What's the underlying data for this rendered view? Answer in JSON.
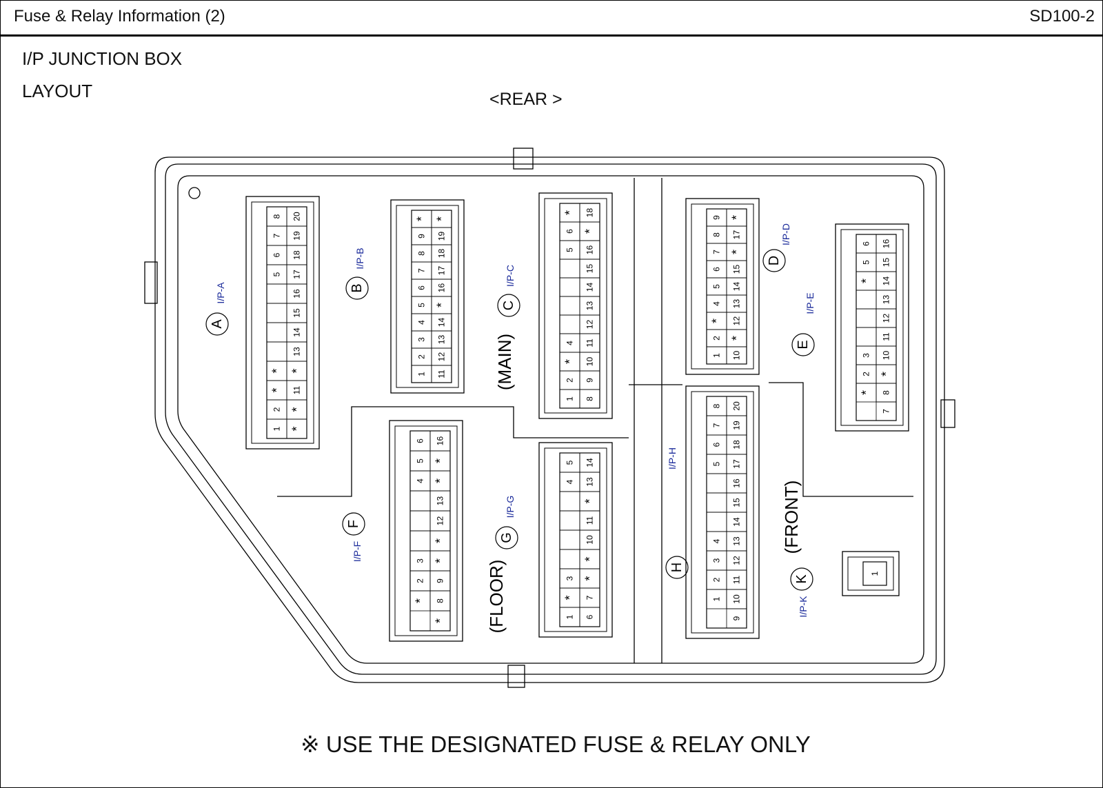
{
  "header": {
    "title": "Fuse & Relay Information (2)",
    "doc_id": "SD100-2"
  },
  "subtitle": {
    "line1": "I/P JUNCTION BOX",
    "line2": "LAYOUT"
  },
  "orientation": {
    "rear": "<REAR >",
    "main": "(MAIN)",
    "floor": "(FLOOR)",
    "front": "(FRONT)"
  },
  "note": "※ USE THE DESIGNATED FUSE & RELAY ONLY",
  "label_color": "#1a2a9a",
  "connectors": [
    {
      "id": "A",
      "label": "I/P-A",
      "col1": [
        "8",
        "7",
        "6",
        "5",
        "",
        "",
        "",
        "",
        "*",
        "*",
        "2",
        "1"
      ],
      "col2": [
        "20",
        "19",
        "18",
        "17",
        "16",
        "15",
        "14",
        "13",
        "*",
        "11",
        "*",
        "*"
      ]
    },
    {
      "id": "B",
      "label": "I/P-B",
      "col1": [
        "*",
        "9",
        "8",
        "7",
        "6",
        "5",
        "4",
        "3",
        "2",
        "1"
      ],
      "col2": [
        "*",
        "19",
        "18",
        "17",
        "16",
        "*",
        "14",
        "13",
        "12",
        "11"
      ]
    },
    {
      "id": "C",
      "label": "I/P-C",
      "col1": [
        "*",
        "6",
        "5",
        "",
        "",
        "",
        "",
        "4",
        "*",
        "2",
        "1"
      ],
      "col2": [
        "18",
        "*",
        "16",
        "15",
        "14",
        "13",
        "12",
        "11",
        "10",
        "9",
        "8"
      ]
    },
    {
      "id": "D",
      "label": "I/P-D",
      "col1": [
        "9",
        "8",
        "7",
        "6",
        "5",
        "4",
        "*",
        "2",
        "1"
      ],
      "col2": [
        "*",
        "17",
        "*",
        "15",
        "14",
        "13",
        "12",
        "*",
        "10"
      ]
    },
    {
      "id": "E",
      "label": "I/P-E",
      "col1": [
        "6",
        "5",
        "*",
        "",
        "",
        "",
        "3",
        "2",
        "*"
      ],
      "col2": [
        "16",
        "15",
        "14",
        "13",
        "12",
        "11",
        "10",
        "*",
        "8",
        "7"
      ]
    },
    {
      "id": "F",
      "label": "I/P-F",
      "col1": [
        "6",
        "5",
        "4",
        "",
        "",
        "",
        "3",
        "2",
        "*"
      ],
      "col2": [
        "16",
        "*",
        "*",
        "13",
        "12",
        "*",
        "*",
        "9",
        "8",
        "*"
      ]
    },
    {
      "id": "G",
      "label": "I/P-G",
      "col1": [
        "5",
        "4",
        "",
        "",
        "",
        "",
        "3",
        "*",
        "1"
      ],
      "col2": [
        "14",
        "13",
        "*",
        "11",
        "10",
        "*",
        "*",
        "7",
        "6"
      ]
    },
    {
      "id": "H",
      "label": "I/P-H",
      "col1": [
        "8",
        "7",
        "6",
        "5",
        "",
        "",
        "",
        "4",
        "3",
        "2",
        "1"
      ],
      "col2": [
        "20",
        "19",
        "18",
        "17",
        "16",
        "15",
        "14",
        "13",
        "12",
        "11",
        "10",
        "9"
      ]
    },
    {
      "id": "K",
      "label": "I/P-K",
      "col1": [
        "1"
      ],
      "col2": []
    }
  ]
}
